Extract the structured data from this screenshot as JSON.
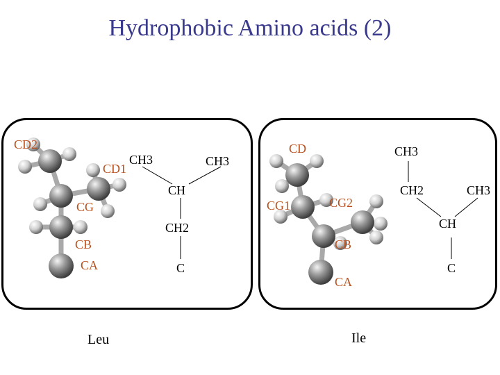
{
  "title": "Hydrophobic Amino acids (2)",
  "leu": {
    "caption": "Leu",
    "atom_labels": {
      "cd2": "CD2",
      "cd1": "CD1",
      "cg": "CG",
      "cb": "CB",
      "ca": "CA"
    },
    "formula": {
      "ch3_left": "CH3",
      "ch3_right": "CH3",
      "ch": "CH",
      "ch2": "CH2",
      "c": "C"
    }
  },
  "ile": {
    "caption": "Ile",
    "atom_labels": {
      "cd": "CD",
      "cg1": "CG1",
      "cg2": "CG2",
      "cb": "CB",
      "ca": "CA"
    },
    "formula": {
      "ch3_top": "CH3",
      "ch2": "CH2",
      "ch3_right": "CH3",
      "ch": "CH",
      "c": "C"
    }
  },
  "colors": {
    "title": "#3a3a8c",
    "atom_label": "#b8501e",
    "formula_text": "#000000",
    "atom": "#6f6f6f",
    "bond": "#b0b0b0"
  }
}
